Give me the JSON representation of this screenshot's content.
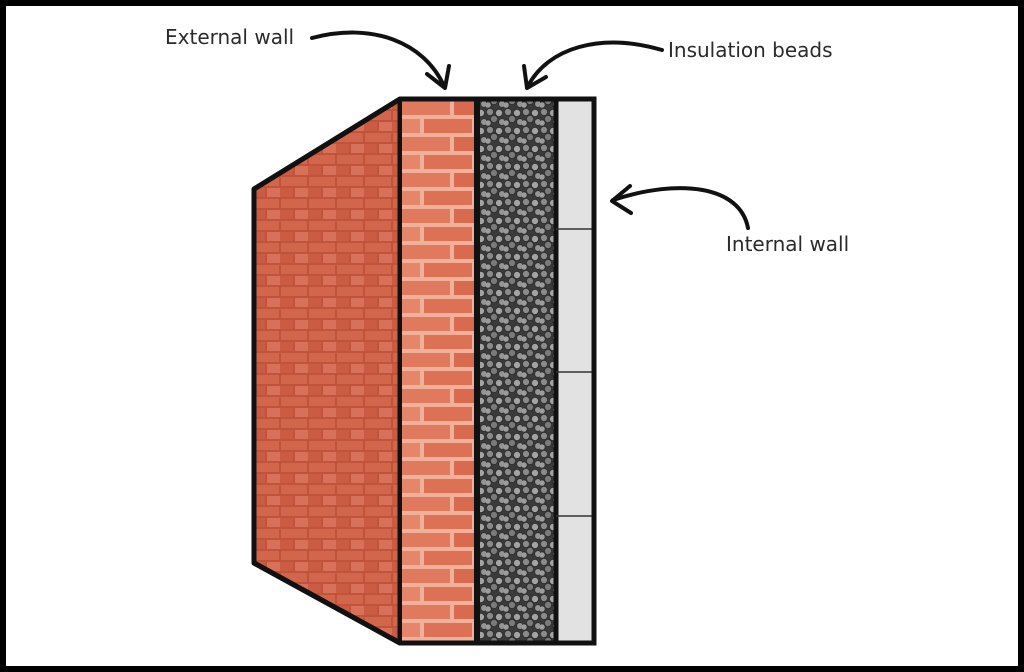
{
  "diagram": {
    "labels": {
      "external_wall": "External wall",
      "insulation_beads": "Insulation beads",
      "internal_wall": "Internal wall"
    },
    "colors": {
      "frame": "#000000",
      "background": "#ffffff",
      "outline": "#111111",
      "brick_front": "#e07a5f",
      "brick_side": "#c9563c",
      "mortar": "#f3b9a3",
      "insulation_fill": "#555555",
      "internal_wall": "#e2e2e2"
    },
    "icons": [
      "curved-arrow-icon",
      "curved-arrow-icon",
      "curved-arrow-icon"
    ]
  }
}
